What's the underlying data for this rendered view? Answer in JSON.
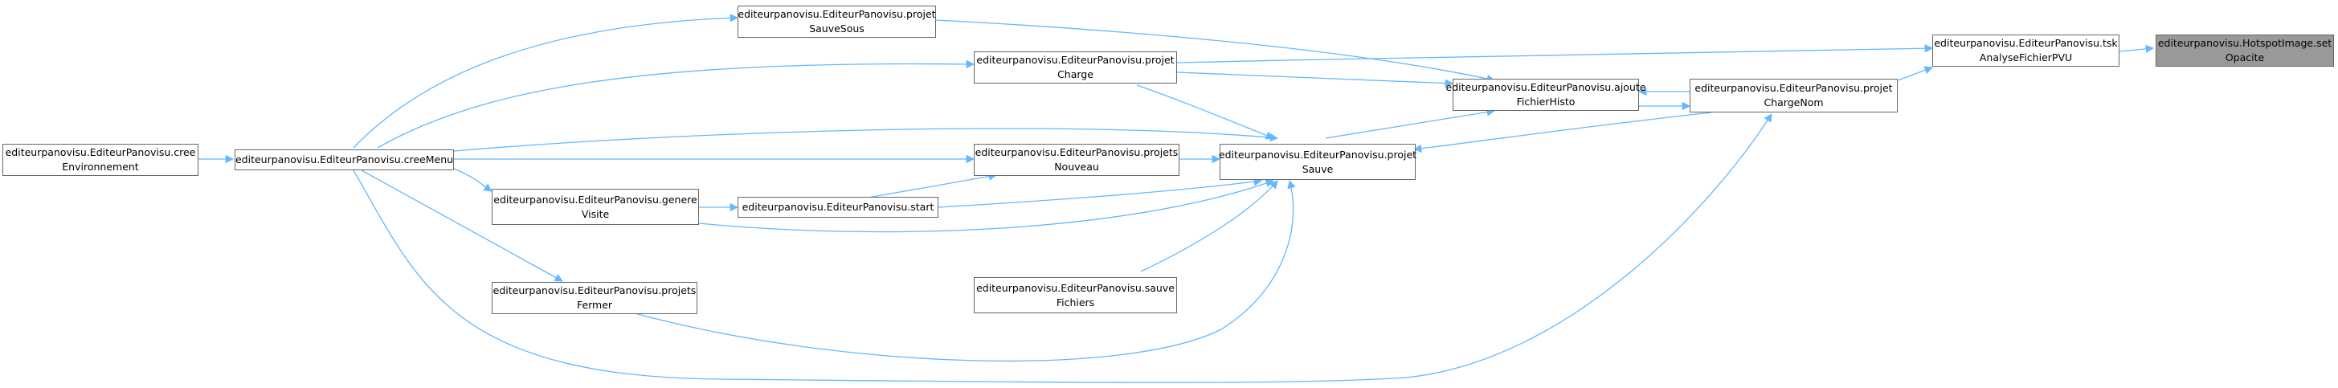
{
  "colors": {
    "edge": "#63b8ff",
    "node_border": "#666666",
    "current_fill": "#999999"
  },
  "nodes": {
    "cree_env": {
      "line1": "editeurpanovisu.EditeurPanovisu.cree",
      "line2": "Environnement"
    },
    "cree_menu": {
      "line1": "editeurpanovisu.EditeurPanovisu.creeMenu",
      "line2": ""
    },
    "sauve_sous": {
      "line1": "editeurpanovisu.EditeurPanovisu.projet",
      "line2": "SauveSous"
    },
    "charge": {
      "line1": "editeurpanovisu.EditeurPanovisu.projet",
      "line2": "Charge"
    },
    "nouveau": {
      "line1": "editeurpanovisu.EditeurPanovisu.projets",
      "line2": "Nouveau"
    },
    "genere": {
      "line1": "editeurpanovisu.EditeurPanovisu.genere",
      "line2": "Visite"
    },
    "start": {
      "line1": "editeurpanovisu.EditeurPanovisu.start",
      "line2": ""
    },
    "fermer": {
      "line1": "editeurpanovisu.EditeurPanovisu.projets",
      "line2": "Fermer"
    },
    "sauve_fich": {
      "line1": "editeurpanovisu.EditeurPanovisu.sauve",
      "line2": "Fichiers"
    },
    "sauve": {
      "line1": "editeurpanovisu.EditeurPanovisu.projet",
      "line2": "Sauve"
    },
    "ajoute": {
      "line1": "editeurpanovisu.EditeurPanovisu.ajoute",
      "line2": "FichierHisto"
    },
    "charge_nom": {
      "line1": "editeurpanovisu.EditeurPanovisu.projet",
      "line2": "ChargeNom"
    },
    "tsk": {
      "line1": "editeurpanovisu.EditeurPanovisu.tsk",
      "line2": "AnalyseFichierPVU"
    },
    "set_opacite": {
      "line1": "editeurpanovisu.HotspotImage.set",
      "line2": "Opacite"
    }
  }
}
